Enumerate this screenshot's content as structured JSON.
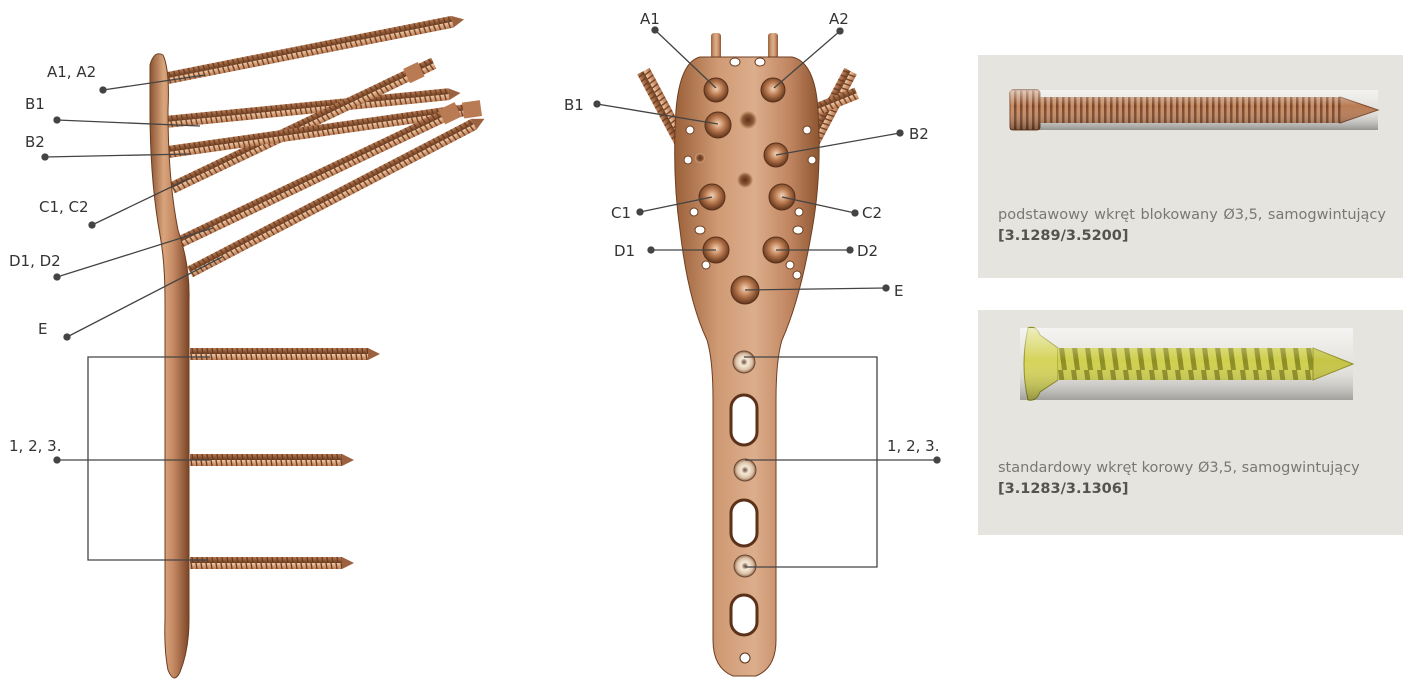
{
  "colors": {
    "bronze": "#b7764d",
    "bronze_dark": "#7c4a2b",
    "bronze_light": "#e3b590",
    "gold_screw": "#c5c547",
    "leader": "#444444",
    "panel_bg": "#e5e4df",
    "caption_text": "#7a7874"
  },
  "side_view": {
    "labels": {
      "a": "A1, A2",
      "b1": "B1",
      "b2": "B2",
      "c": "C1, C2",
      "d": "D1, D2",
      "e": "E",
      "shaft": "1, 2, 3."
    }
  },
  "front_view": {
    "labels": {
      "a1": "A1",
      "a2": "A2",
      "b1": "B1",
      "b2": "B2",
      "c1": "C1",
      "c2": "C2",
      "d1": "D1",
      "d2": "D2",
      "e": "E",
      "shaft": "1, 2, 3."
    }
  },
  "screws": [
    {
      "description": "podstawowy wkręt blokowany Ø3,5, samo­gwintujący",
      "code": "[3.1289/3.5200]",
      "icon": "locking-screw-icon"
    },
    {
      "description": "standardowy wkręt korowy Ø3,5, samogwintu­jący",
      "code": "[3.1283/3.1306]",
      "icon": "cortex-screw-icon"
    }
  ]
}
